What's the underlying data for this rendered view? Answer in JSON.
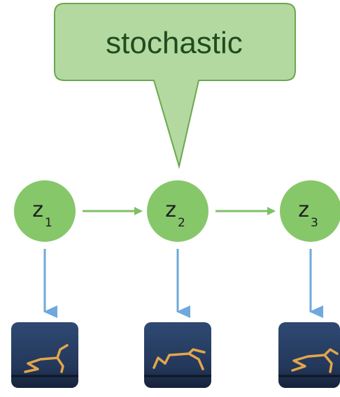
{
  "callout": {
    "text": "stochastic"
  },
  "nodes": [
    {
      "letter": "z",
      "subscript": "1"
    },
    {
      "letter": "z",
      "subscript": "2"
    },
    {
      "letter": "z",
      "subscript": "3"
    }
  ],
  "colors": {
    "node_fill": "#86c76a",
    "callout_fill": "#b4d9a0",
    "callout_stroke": "#6aa84f",
    "transition_arrow": "#7fbf68",
    "emission_arrow": "#6fa8dc",
    "frame_background": "#253a5e",
    "figure_limbs": "#e3a64c"
  },
  "icons": {
    "frames": "walker-robot-frame-image"
  }
}
